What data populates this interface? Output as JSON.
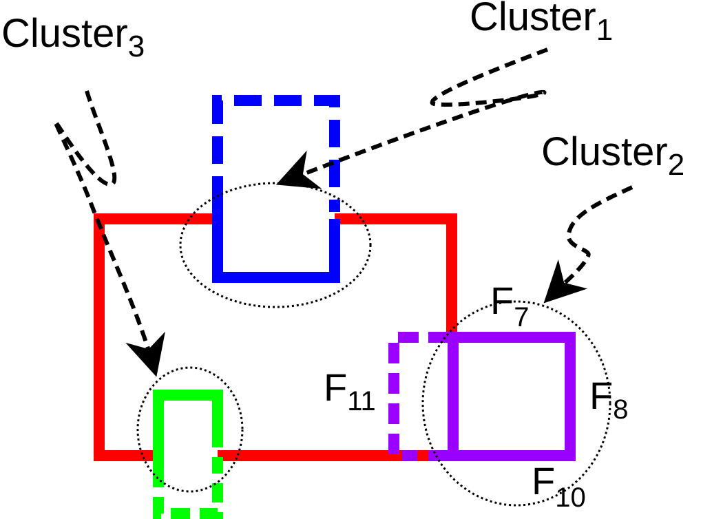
{
  "labels": {
    "cluster1": {
      "base": "Cluster",
      "sub": "1"
    },
    "cluster2": {
      "base": "Cluster",
      "sub": "2"
    },
    "cluster3": {
      "base": "Cluster",
      "sub": "3"
    },
    "f7": {
      "base": "F",
      "sub": "7"
    },
    "f8": {
      "base": "F",
      "sub": "8"
    },
    "f10": {
      "base": "F",
      "sub": "10"
    },
    "f11": {
      "base": "F",
      "sub": "11"
    }
  },
  "colors": {
    "red": "#ff0000",
    "blue": "#0000ff",
    "green": "#00ff00",
    "purple": "#9900ff",
    "black": "#000000"
  }
}
